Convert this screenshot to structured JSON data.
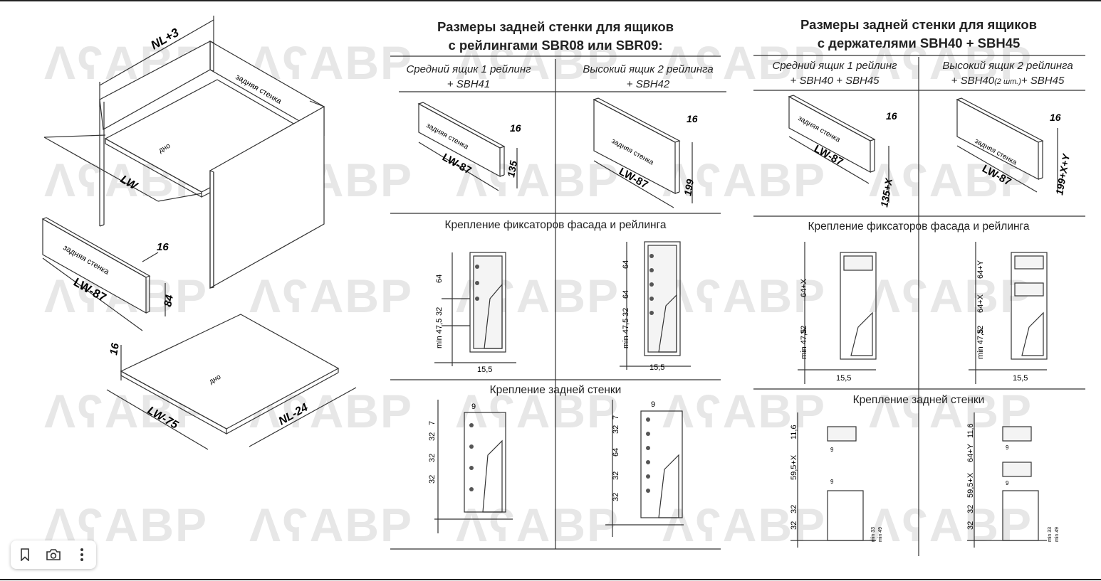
{
  "watermark": "ΛʕАВР",
  "left_diagram": {
    "dims": {
      "nl_plus_3": "NL+3",
      "lw": "LW",
      "lw_87": "LW-87",
      "lw_75": "LW-75",
      "nl_24": "NL-24",
      "d16": "16",
      "d84": "84"
    },
    "labels": {
      "back_wall": "задняя стенка",
      "bottom": "дно"
    }
  },
  "section_sbr": {
    "title_line1": "Размеры задней стенки для ящиков",
    "title_line2": "с рейлингами SBR08 или SBR09:",
    "col1_line1": "Средний ящик 1 рейлинг",
    "col1_line2": "+ SBH41",
    "col2_line1": "Высокий ящик 2 рейлинга",
    "col2_line2": "+ SBH42",
    "panel1": {
      "label": "задняя стенка",
      "width": "LW-87",
      "thickness": "16",
      "height": "135"
    },
    "panel2": {
      "label": "задняя стенка",
      "width": "LW-87",
      "thickness": "16",
      "height": "199"
    },
    "fastening_front": "Крепление фиксаторов фасада и рейлинга",
    "fastening_back": "Крепление задней стенки",
    "front_dims_1": [
      "64",
      "32",
      "min\n47,5",
      "15,5"
    ],
    "front_dims_2": [
      "64",
      "64",
      "32",
      "min\n47,5",
      "15,5"
    ],
    "back_dims_1": [
      "9",
      "7",
      "32",
      "32",
      "32"
    ],
    "back_dims_2": [
      "9",
      "7",
      "32",
      "64",
      "32",
      "32"
    ]
  },
  "section_sbh": {
    "title_line1": "Размеры задней стенки для ящиков",
    "title_line2": "с держателями SBH40 + SBH45",
    "col1_line1": "Средний ящик 1 рейлинг",
    "col1_line2": "+ SBH40 + SBH45",
    "col2_line1": "Высокий ящик 2 рейлинга",
    "col2_line2_a": "+ SBH40",
    "col2_line2_b": "(2 шт.)",
    "col2_line2_c": "+ SBH45",
    "panel1": {
      "label": "задняя стенка",
      "width": "LW-87",
      "thickness": "16",
      "height": "135+X"
    },
    "panel2": {
      "label": "задняя стенка",
      "width": "LW-87",
      "thickness": "16",
      "height": "199+X+Y"
    },
    "fastening_front": "Крепление фиксаторов фасада и рейлинга",
    "fastening_back": "Крепление задней стенки",
    "front_dims_1": [
      "64+X",
      "32",
      "min\n47,5",
      "15,5"
    ],
    "front_dims_2": [
      "64+Y",
      "64+X",
      "32",
      "min\n47,5",
      "15,5"
    ],
    "back_dims_1": [
      "11,6",
      "59,5+X",
      "32",
      "32",
      "9",
      "9",
      "min 33",
      "min 49"
    ],
    "back_dims_2": [
      "11,6",
      "64+Y",
      "59,5+X",
      "32",
      "32",
      "9",
      "9",
      "min 33",
      "min 49"
    ]
  },
  "toolbar": {
    "icons": [
      "bookmark-icon",
      "camera-icon",
      "more-vertical-icon"
    ]
  }
}
